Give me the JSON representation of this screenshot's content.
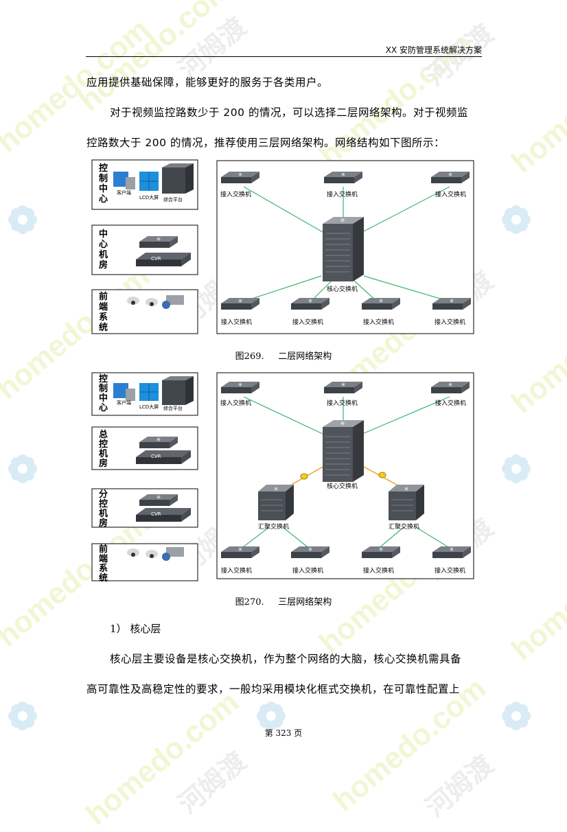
{
  "header": {
    "title": "XX 安防管理系统解决方案"
  },
  "paragraphs": [
    "应用提供基础保障，能够更好的服务于各类用户。",
    "对于视频监控路数少于 200 的情况，可以选择二层网络架构。对于视频监",
    "控路数大于 200 的情况，推荐使用三层网络架构。网络结构如下图所示："
  ],
  "figure1": {
    "caption_num": "图269.",
    "caption_text": "二层网络架构",
    "tiers": [
      "控制中心",
      "中心机房",
      "前端系统"
    ],
    "control_labels": [
      "客户端",
      "LCD大屏",
      "综合平台"
    ],
    "device_labels": [
      "CVR"
    ],
    "core_label": "核心交换机",
    "access_label": "接入交换机"
  },
  "figure2": {
    "caption_num": "图270.",
    "caption_text": "三层网络架构",
    "tiers": [
      "控制中心",
      "总控机房",
      "分控机房",
      "前端系统"
    ],
    "control_labels": [
      "客户端",
      "LCD大屏",
      "综合平台"
    ],
    "device_labels": [
      "CVR"
    ],
    "core_label": "核心交换机",
    "aggregation_label": "汇聚交换机",
    "access_label": "接入交换机"
  },
  "section": {
    "number": "1）",
    "title": "核心层"
  },
  "body": [
    "核心层主要设备是核心交换机，作为整个网络的大脑，核心交换机需具备",
    "高可靠性及高稳定性的要求，一般均采用模块化框式交换机，在可靠性配置上"
  ],
  "watermark": {
    "latin": "homedo.com",
    "cjk": "河姆渡"
  },
  "colors": {
    "link": "#3cb46e",
    "fiber": "#e8a020",
    "device": "#4a4f55"
  },
  "footer": {
    "page": "第 323 页"
  }
}
